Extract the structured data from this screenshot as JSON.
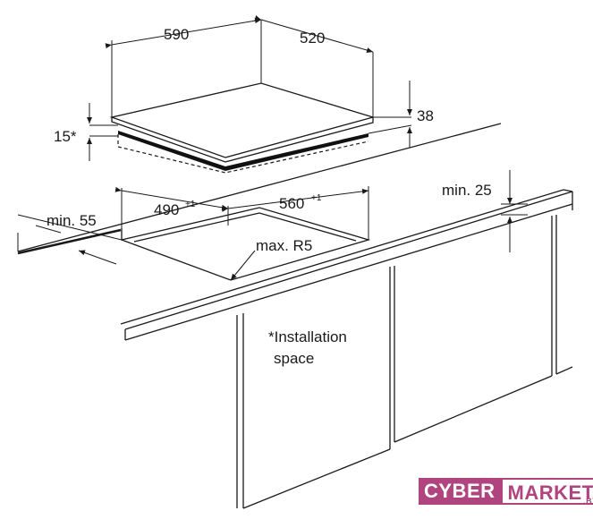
{
  "dimensions": {
    "width": "590",
    "depth": "520",
    "height": "38",
    "frame": "15*",
    "cutout_width": "490",
    "cutout_width_tol": "+1",
    "cutout_depth": "560",
    "cutout_depth_tol": "+1",
    "front_clearance": "min. 55",
    "wall_clearance": "min. 25",
    "corner_radius": "max. R5"
  },
  "note": {
    "line1": "*Installation",
    "line2": "space"
  },
  "logo": {
    "part1": "CYBER",
    "part2": "MARKET",
    "suffix": ".BY"
  }
}
